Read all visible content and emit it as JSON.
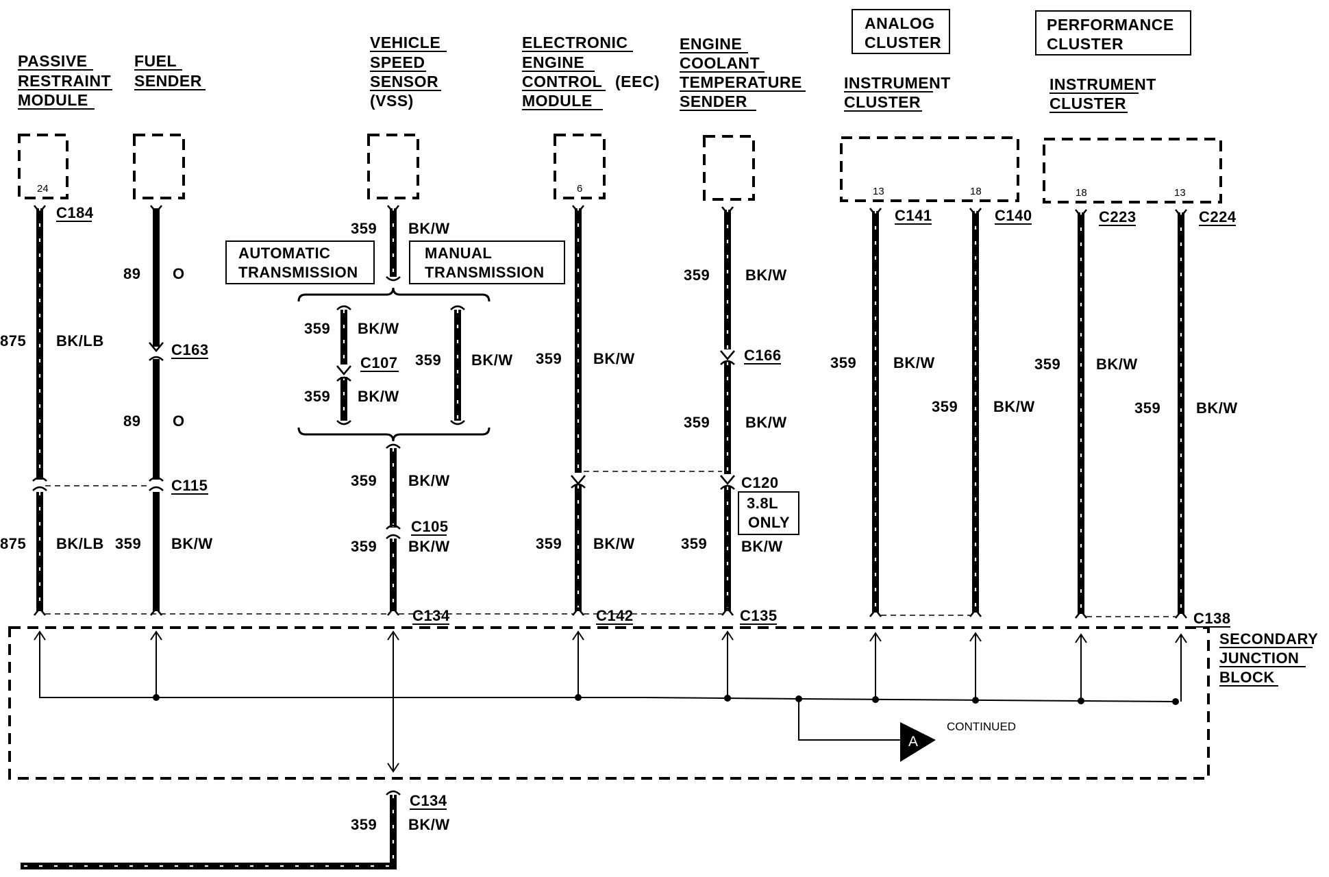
{
  "components": {
    "passive_restraint_module": [
      "PASSIVE",
      "RESTRAINT",
      "MODULE"
    ],
    "fuel_sender": [
      "FUEL",
      "SENDER"
    ],
    "vehicle_speed_sensor": [
      "VEHICLE",
      "SPEED",
      "SENSOR",
      "(VSS)"
    ],
    "eec_module": [
      "ELECTRONIC",
      "ENGINE",
      "CONTROL",
      "(EEC)",
      "MODULE"
    ],
    "coolant_temp_sender": [
      "ENGINE",
      "COOLANT",
      "TEMPERATURE",
      "SENDER"
    ],
    "analog_cluster": {
      "tag": [
        "ANALOG",
        "CLUSTER"
      ],
      "name": [
        "INSTRUMENT",
        "CLUSTER"
      ]
    },
    "performance_cluster": {
      "tag": [
        "PERFORMANCE",
        "CLUSTER"
      ],
      "name": [
        "INSTRUMENT",
        "CLUSTER"
      ]
    },
    "secondary_junction_block": [
      "SECONDARY",
      "JUNCTION",
      "BLOCK"
    ]
  },
  "pins": {
    "prm": "24",
    "eec": "6",
    "analog_a": "13",
    "analog_b": "18",
    "perf_a": "18",
    "perf_b": "13"
  },
  "connectors": {
    "c184": "C184",
    "c163": "C163",
    "c115": "C115",
    "c107": "C107",
    "c105": "C105",
    "c134_top": "C134",
    "c134_bottom": "C134",
    "c142": "C142",
    "c166": "C166",
    "c120": "C120",
    "c135": "C135",
    "c141": "C141",
    "c140": "C140",
    "c223": "C223",
    "c224": "C224",
    "c138": "C138"
  },
  "transmission": {
    "automatic": [
      "AUTOMATIC",
      "TRANSMISSION"
    ],
    "manual": [
      "MANUAL",
      "TRANSMISSION"
    ]
  },
  "note_38l": [
    "3.8L",
    "ONLY"
  ],
  "continued": {
    "label": "CONTINUED",
    "ref": "A"
  },
  "wires": {
    "prm_upper": {
      "circuit": "875",
      "color": "BK/LB"
    },
    "prm_lower": {
      "circuit": "875",
      "color": "BK/LB"
    },
    "fuel_1": {
      "circuit": "89",
      "color": "O"
    },
    "fuel_2": {
      "circuit": "89",
      "color": "O"
    },
    "fuel_3": {
      "circuit": "359",
      "color": "BK/W"
    },
    "vss_top": {
      "circuit": "359",
      "color": "BK/W"
    },
    "auto_1": {
      "circuit": "359",
      "color": "BK/W"
    },
    "auto_2": {
      "circuit": "359",
      "color": "BK/W"
    },
    "manual": {
      "circuit": "359",
      "color": "BK/W"
    },
    "vss_mid": {
      "circuit": "359",
      "color": "BK/W"
    },
    "vss_low": {
      "circuit": "359",
      "color": "BK/W"
    },
    "vss_bottom": {
      "circuit": "359",
      "color": "BK/W"
    },
    "eec_upper": {
      "circuit": "359",
      "color": "BK/W"
    },
    "eec_lower": {
      "circuit": "359",
      "color": "BK/W"
    },
    "ect_1": {
      "circuit": "359",
      "color": "BK/W"
    },
    "ect_2": {
      "circuit": "359",
      "color": "BK/W"
    },
    "ect_3": {
      "circuit": "359",
      "color": "BK/W"
    },
    "analog_a": {
      "circuit": "359",
      "color": "BK/W"
    },
    "analog_b": {
      "circuit": "359",
      "color": "BK/W"
    },
    "perf_a": {
      "circuit": "359",
      "color": "BK/W"
    },
    "perf_b": {
      "circuit": "359",
      "color": "BK/W"
    }
  }
}
